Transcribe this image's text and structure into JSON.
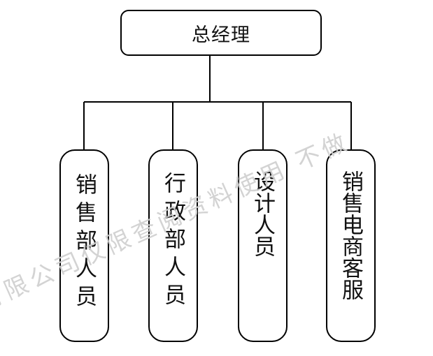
{
  "root": {
    "label": "总经理"
  },
  "children": [
    {
      "label": "销售部人员"
    },
    {
      "label": "行政部人员"
    },
    {
      "label": "设计人员"
    },
    {
      "label": "销售电商客服"
    }
  ],
  "watermark": "有限公司仅限查阅资料使用 不做"
}
